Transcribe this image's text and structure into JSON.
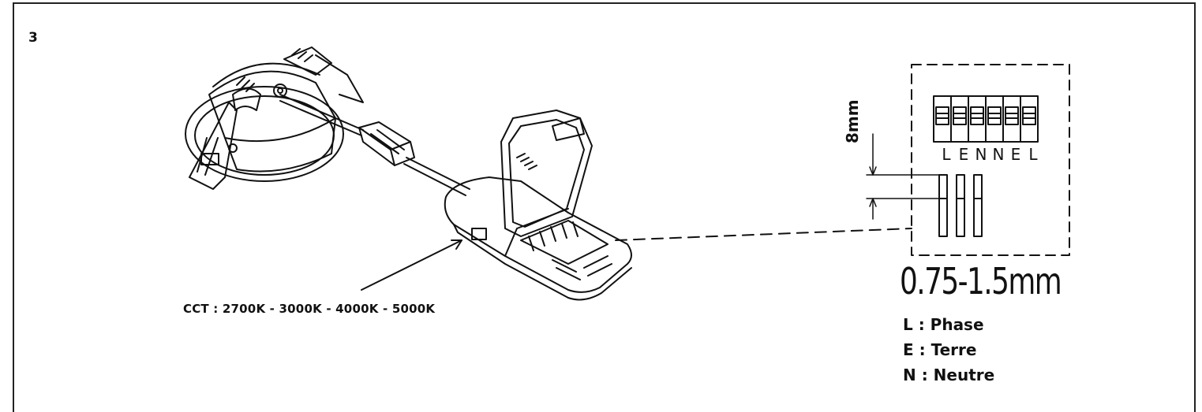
{
  "step": {
    "number": "3"
  },
  "product": {
    "cct_label": "CCT : 2700K - 3000K - 4000K - 5000K"
  },
  "detail": {
    "strip_length": "8mm",
    "terminal_letters": [
      "L",
      "E",
      "N",
      "N",
      "E",
      "L"
    ],
    "wire_size": "0.75-1.5mm"
  },
  "legend": [
    {
      "text": "L : Phase"
    },
    {
      "text": "E : Terre"
    },
    {
      "text": "N : Neutre"
    }
  ]
}
